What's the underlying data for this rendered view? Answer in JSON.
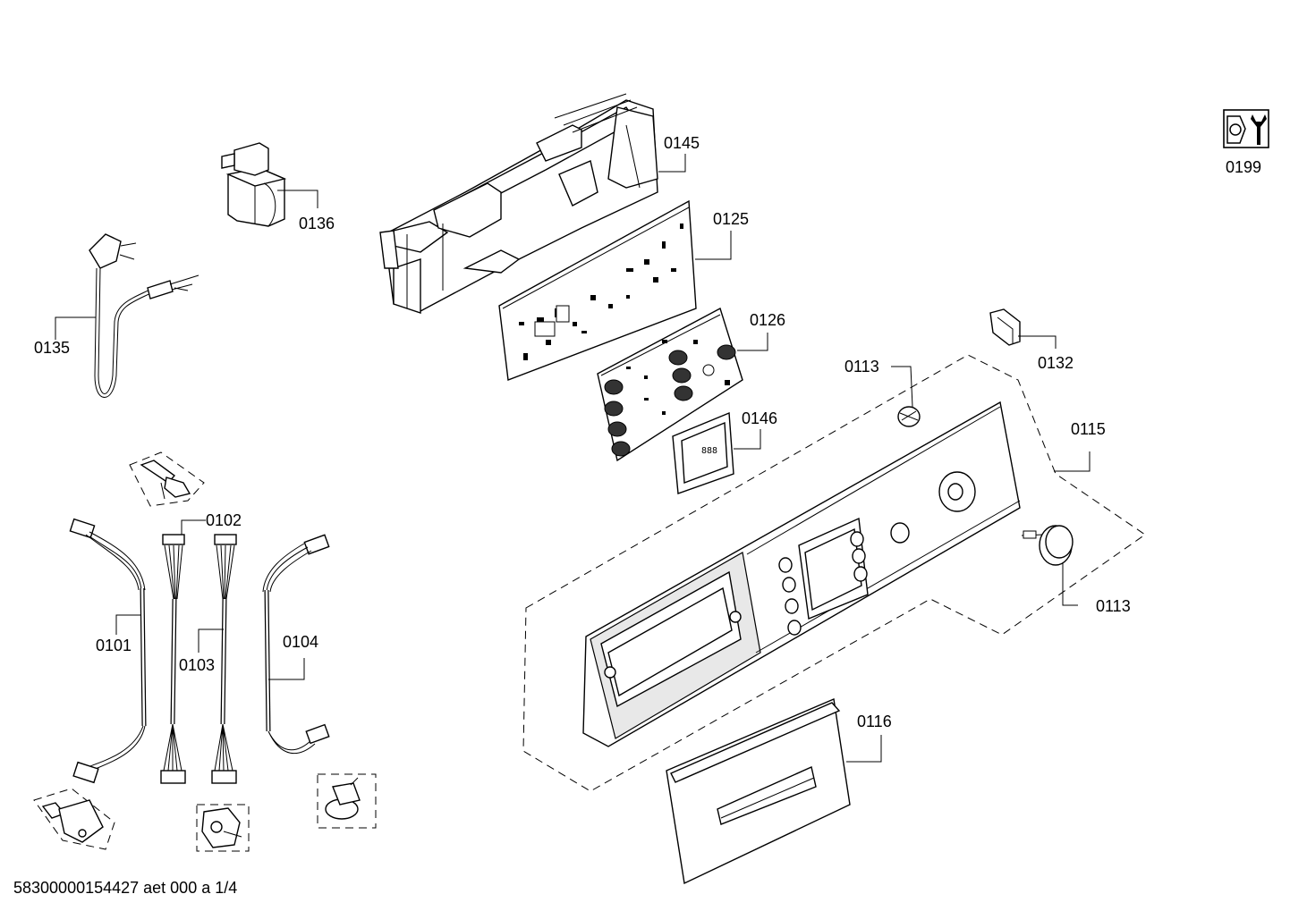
{
  "diagram": {
    "labels": {
      "p0145": "0145",
      "p0136": "0136",
      "p0125": "0125",
      "p0135": "0135",
      "p0126": "0126",
      "p0113a": "0113",
      "p0132": "0132",
      "p0146": "0146",
      "p0115": "0115",
      "p0102": "0102",
      "p0101": "0101",
      "p0103": "0103",
      "p0104": "0104",
      "p0113b": "0113",
      "p0116": "0116",
      "p0199": "0199"
    },
    "footer": "58300000154427 aet 000 a 1/4",
    "icons": [
      "service-wrench-icon"
    ]
  }
}
